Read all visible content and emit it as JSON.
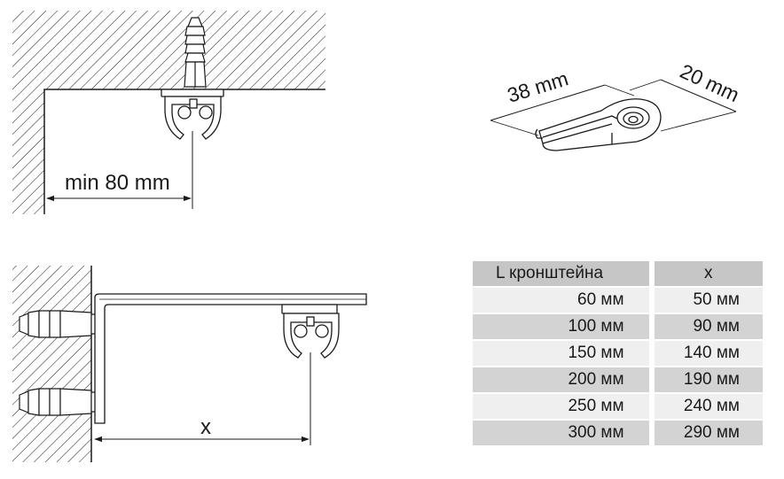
{
  "diagram": {
    "ceiling_label": "min 80 mm",
    "bracket_length_label": "38 mm",
    "bracket_width_label": "20 mm",
    "wall_distance_label": "x"
  },
  "table": {
    "headers": [
      "L  кронштейна",
      "x"
    ],
    "rows": [
      [
        "60 мм",
        "50 мм"
      ],
      [
        "100 мм",
        "90 мм"
      ],
      [
        "150 мм",
        "140 мм"
      ],
      [
        "200 мм",
        "190 мм"
      ],
      [
        "250 мм",
        "240 мм"
      ],
      [
        "300 мм",
        "290 мм"
      ]
    ]
  },
  "colors": {
    "line": "#1a1a1a",
    "header_bg": "#c6c6c6",
    "row_dark": "#d3d3d3",
    "row_light": "#efefef"
  }
}
